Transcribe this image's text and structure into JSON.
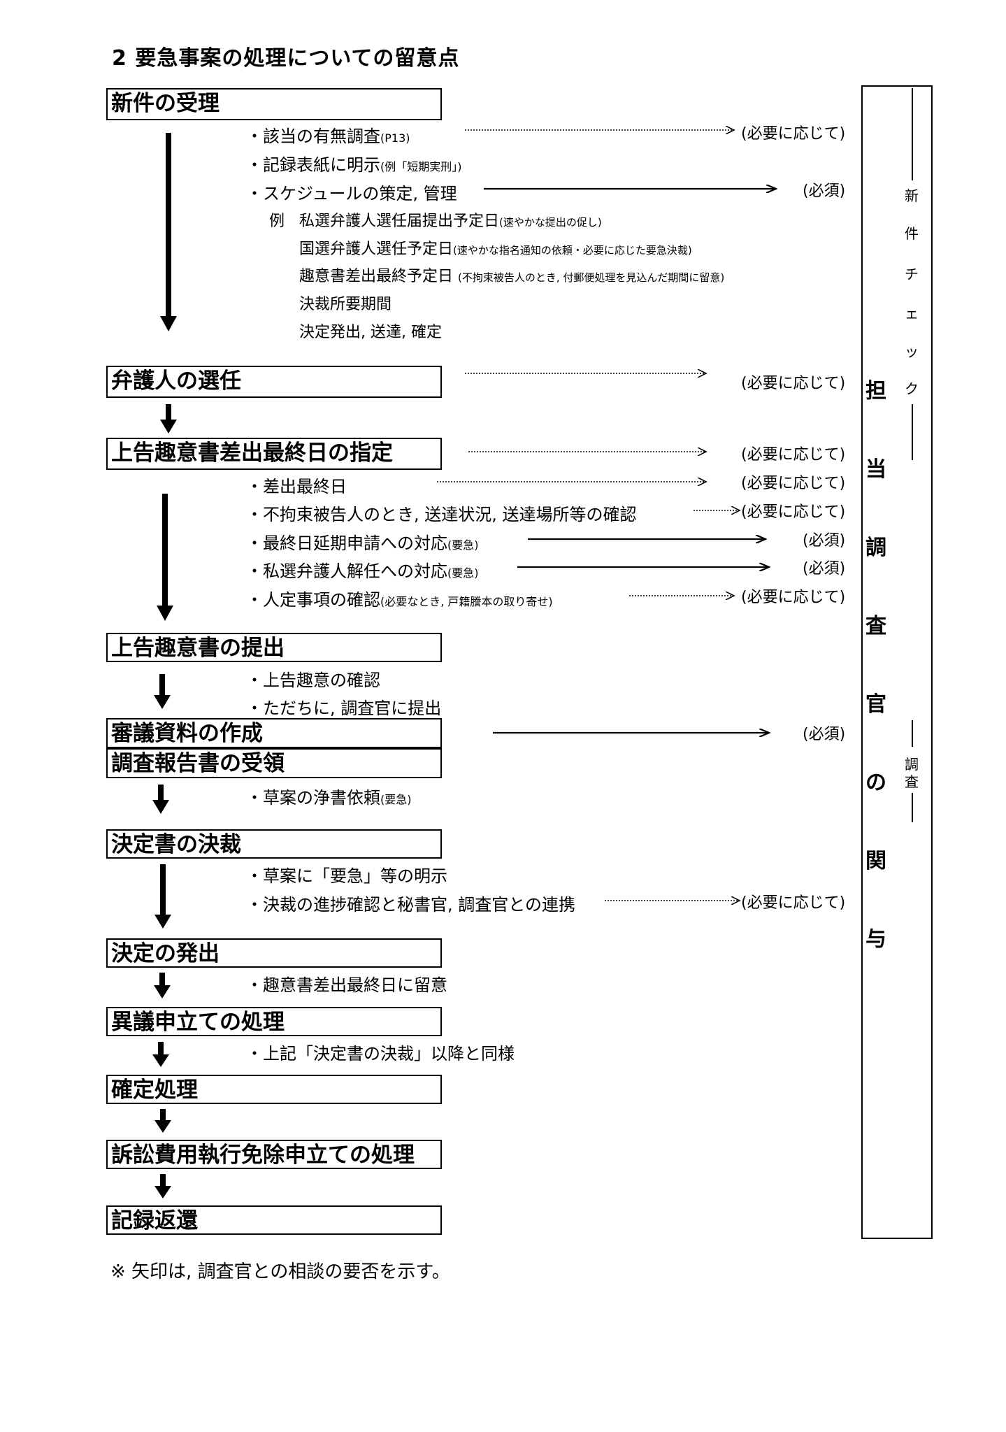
{
  "title": "2 要急事案の処理についての留意点",
  "steps": [
    "新件の受理",
    "弁護人の選任",
    "上告趣意書差出最終日の指定",
    "上告趣意書の提出",
    "審議資料の作成",
    "調査報告書の受領",
    "決定書の決裁",
    "決定の発出",
    "異議申立ての処理",
    "確定処理",
    "訴訟費用執行免除申立ての処理",
    "記録返還"
  ],
  "items": {
    "s1_i1": "・該当の有無調査",
    "s1_i1_ref": "(P13)",
    "s1_i2": "・記録表紙に明示",
    "s1_i2_note": "(例「短期実刑」)",
    "s1_i3": "・スケジュールの策定, 管理",
    "ex_label": "例",
    "ex1": "私選弁護人選任届提出予定日",
    "ex1_note": "(速やかな提出の促し)",
    "ex2": "国選弁護人選任予定日",
    "ex2_note": "(速やかな指名通知の依頼・必要に応じた要急決裁)",
    "ex3": "趣意書差出最終予定日",
    "ex3_note": "(不拘束被告人のとき, 付郵便処理を見込んだ期間に留意)",
    "ex4": "決裁所要期間",
    "ex5": "決定発出, 送達, 確定",
    "s3_i1": "・差出最終日",
    "s3_i2": "・不拘束被告人のとき, 送達状況, 送達場所等の確認",
    "s3_i3": "・最終日延期申請への対応",
    "s3_i3_note": "(要急)",
    "s3_i4": "・私選弁護人解任への対応",
    "s3_i4_note": "(要急)",
    "s3_i5": "・人定事項の確認",
    "s3_i5_note": "(必要なとき, 戸籍謄本の取り寄せ)",
    "s4_i1": "・上告趣意の確認",
    "s4_i2": "・ただちに, 調査官に提出",
    "s6_i1": "・草案の浄書依頼",
    "s6_i1_note": "(要急)",
    "s7_i1": "・草案に「要急」等の明示",
    "s7_i2": "・決裁の進捗確認と秘書官, 調査官との連携",
    "s8_i1": "・趣意書差出最終日に留意",
    "s9_i1": "・上記「決定書の決裁」以降と同様"
  },
  "notes": {
    "as_needed": "(必要に応じて)",
    "required": "(必須)"
  },
  "panel": {
    "main": [
      "担",
      "当",
      "調",
      "査",
      "官",
      "の",
      "関",
      "与"
    ],
    "check": [
      "新",
      "件",
      "チ",
      "ェ",
      "ッ",
      "ク"
    ],
    "survey": [
      "調",
      "査"
    ]
  },
  "footnote": "※ 矢印は, 調査官との相談の要否を示す。"
}
